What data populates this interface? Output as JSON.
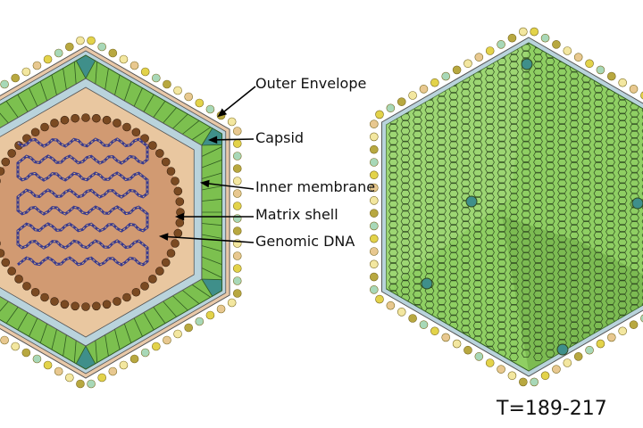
{
  "labels": {
    "outer_envelope": "Outer Envelope",
    "capsid": "Capsid",
    "inner_membrane": "Inner membrane",
    "matrix_shell": "Matrix shell",
    "genomic_dna": "Genomic DNA"
  },
  "triangulation": "T=189-217",
  "colors": {
    "capsid_green": "#7cc04f",
    "capsid_dark": "#4f8f3a",
    "pentamer": "#3f8f8a",
    "membrane": "#b9d3dc",
    "interior": "#e9c7a0",
    "core": "#d19a72",
    "matrix": "#7a4a22",
    "dna": "#3a3a8f",
    "glyco": "#e3d34a"
  }
}
